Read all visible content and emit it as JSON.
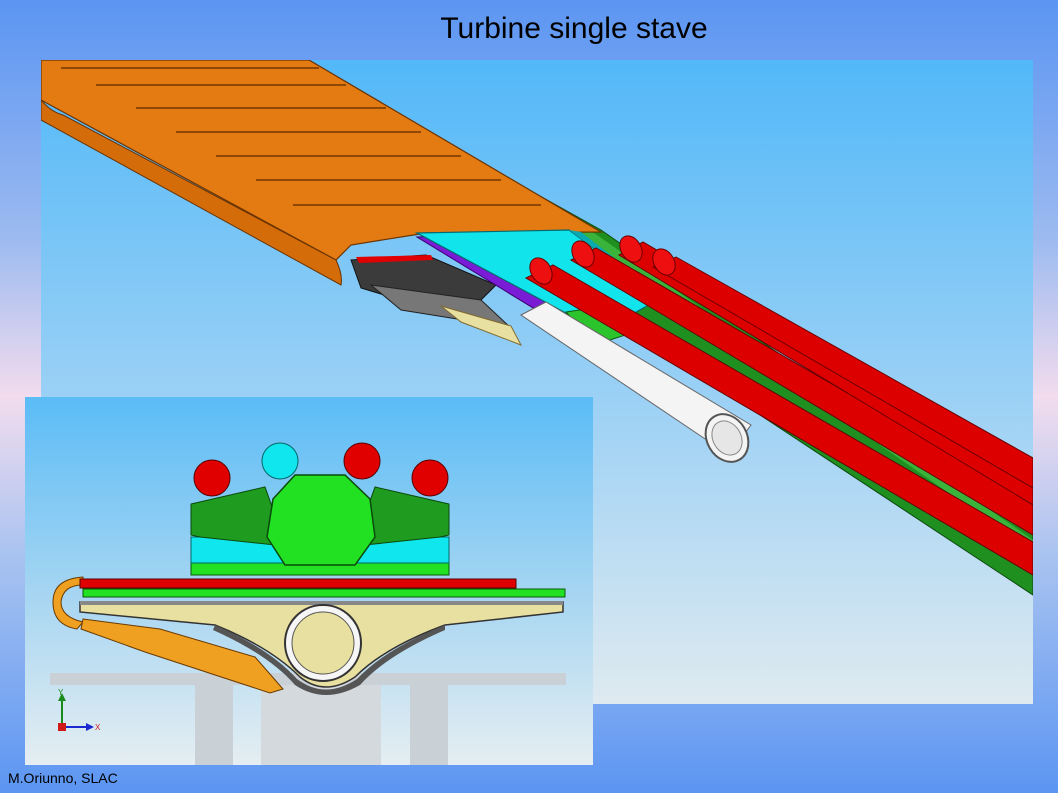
{
  "slide": {
    "title": "Turbine single stave",
    "credit": "M.Oriunno, SLAC"
  },
  "colors": {
    "module_orange": "#e47a12",
    "cooling_pipe_red": "#e00000",
    "sensor_cyan": "#10e6ee",
    "bus_purple": "#7a1bd6",
    "support_green": "#1f9b1f",
    "bright_green": "#22e022",
    "foam_tan": "#e8e0a0",
    "tube_white": "#f4f4f4"
  },
  "main_view": {
    "icon": "stave-3d-view",
    "cooling_pipe_count": 4
  },
  "inset_view": {
    "icon": "stave-cross-section",
    "axes": {
      "y_label": "Y",
      "x_label": "X"
    }
  }
}
